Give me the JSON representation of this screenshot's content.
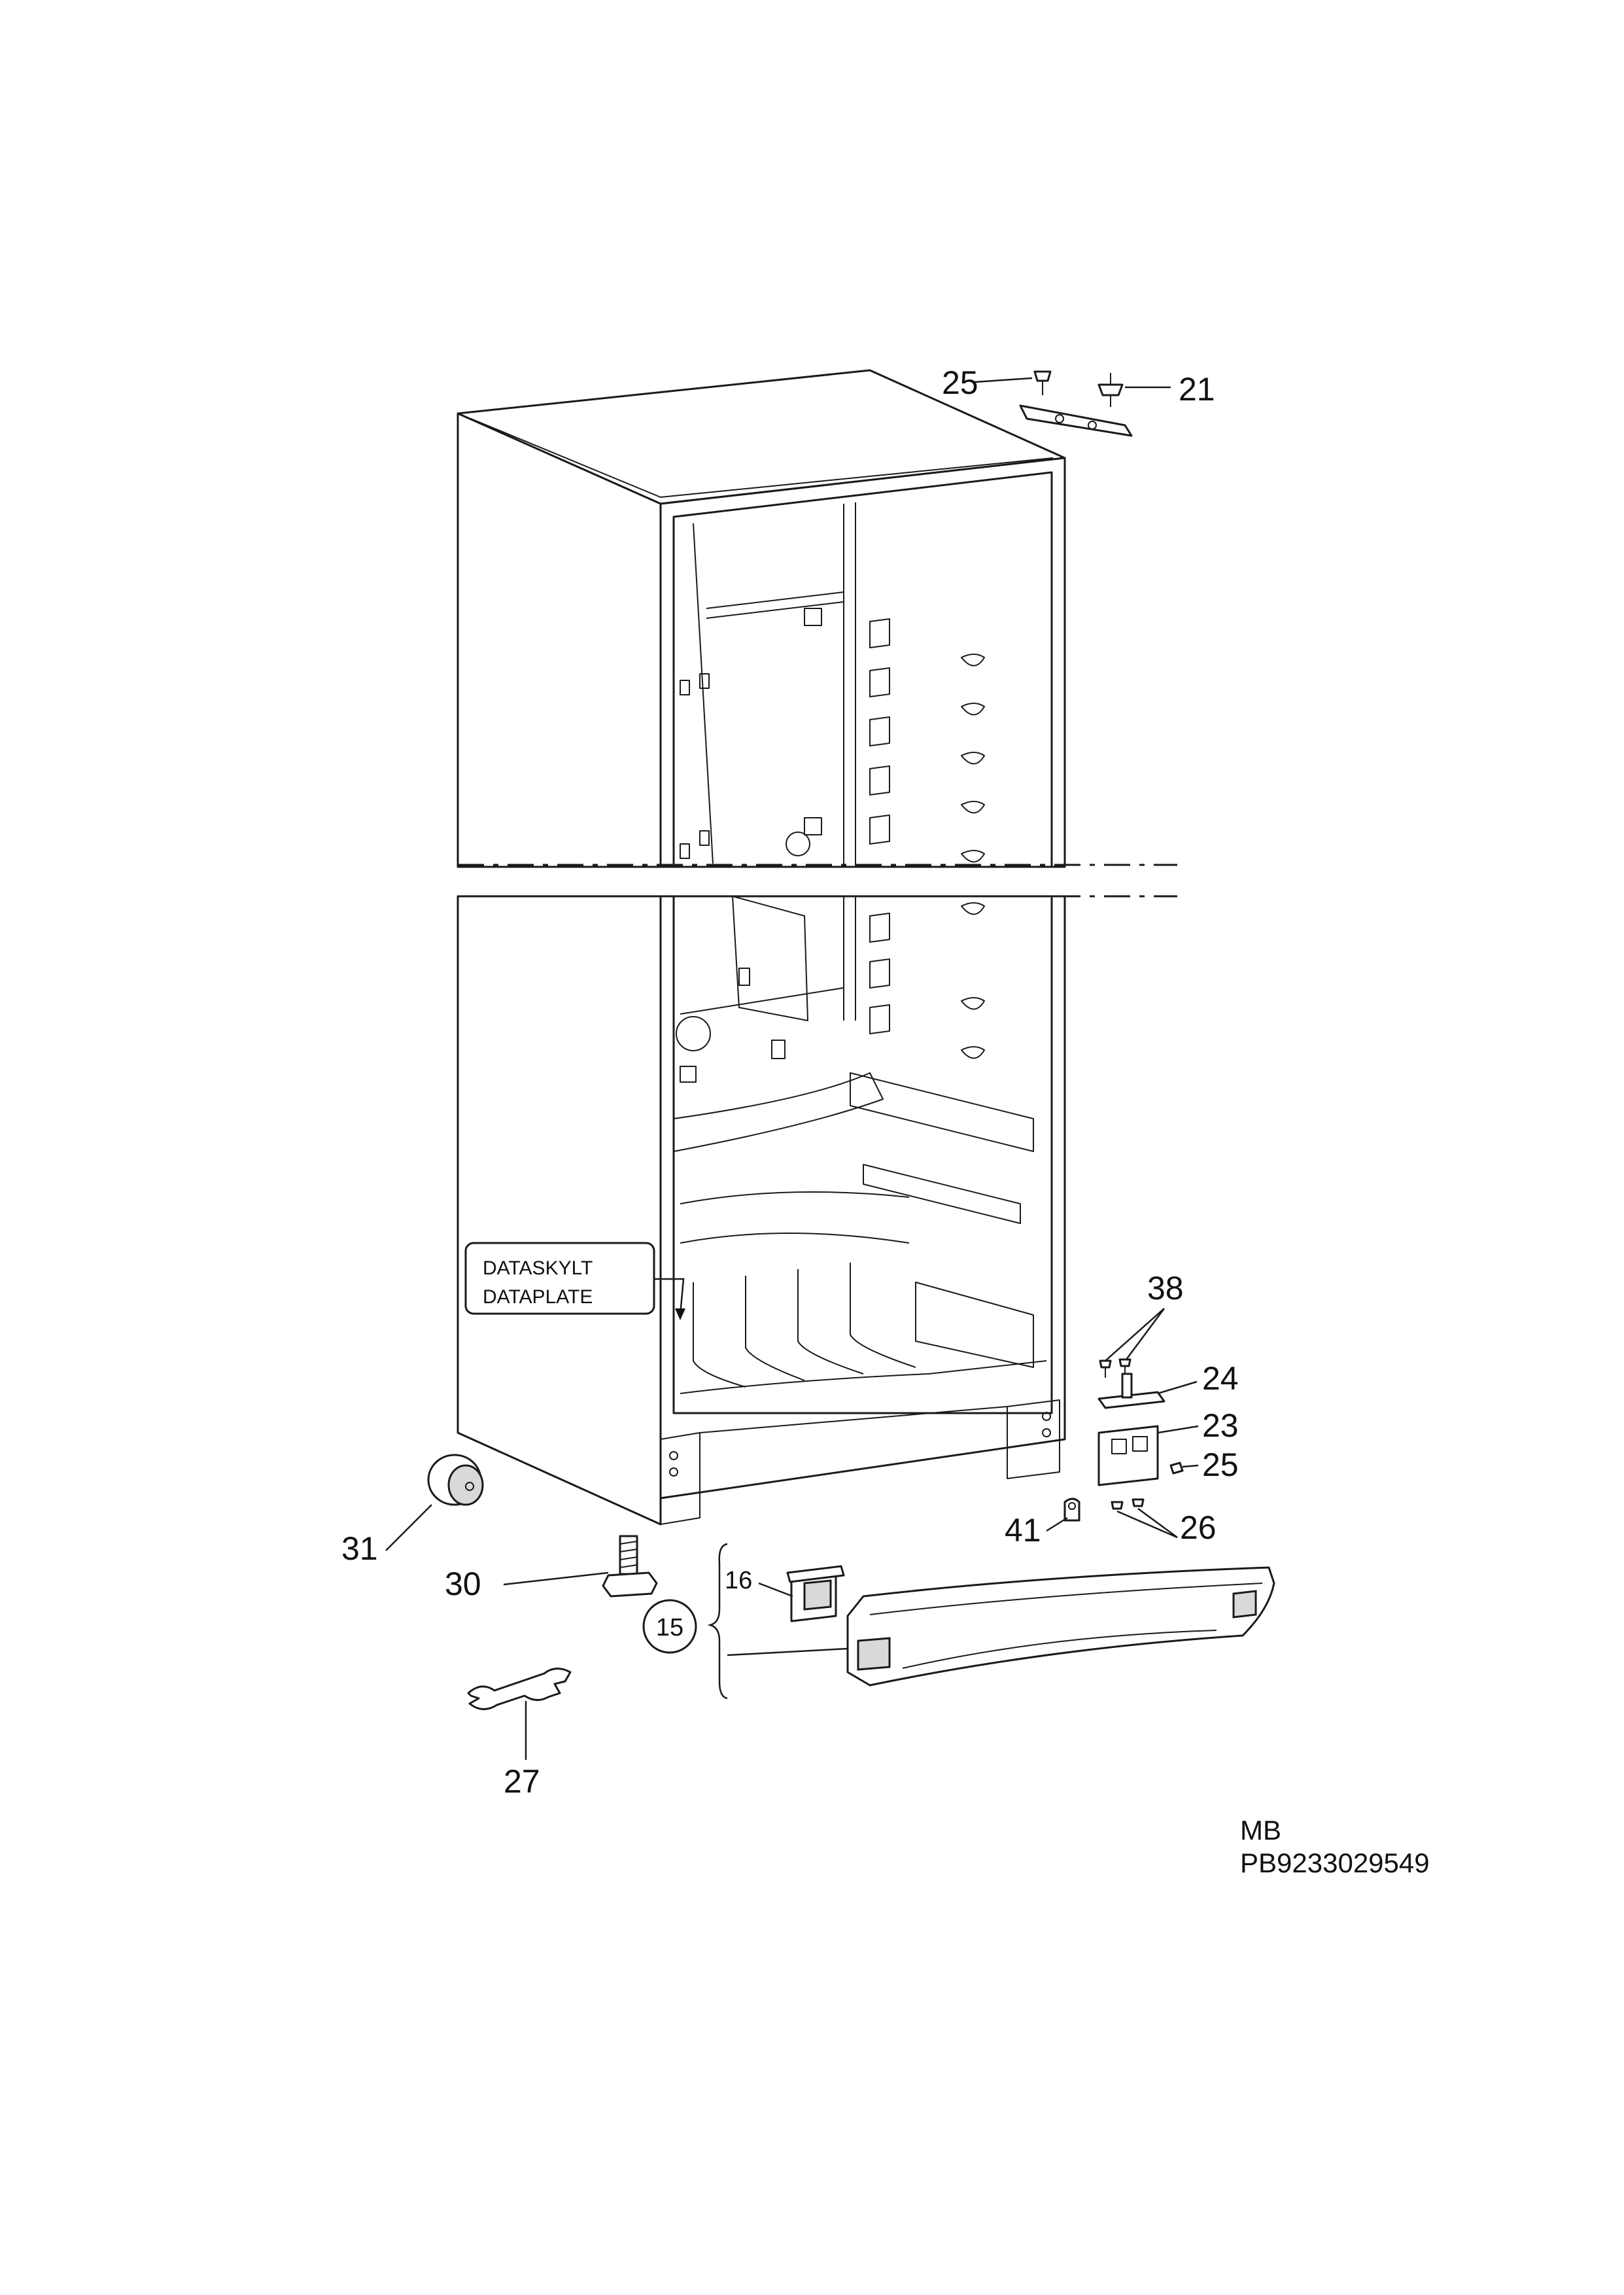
{
  "callouts": {
    "c25_top": "25",
    "c21": "21",
    "c38": "38",
    "c24": "24",
    "c23": "23",
    "c25_hinge": "25",
    "c26": "26",
    "c41": "41",
    "c31": "31",
    "c30": "30",
    "c16": "16",
    "c15": "15",
    "c27": "27"
  },
  "data_label": {
    "line1": "DATASKYLT",
    "line2": "DATAPLATE"
  },
  "footer": {
    "line1": "MB",
    "line2": "PB9233029549"
  }
}
